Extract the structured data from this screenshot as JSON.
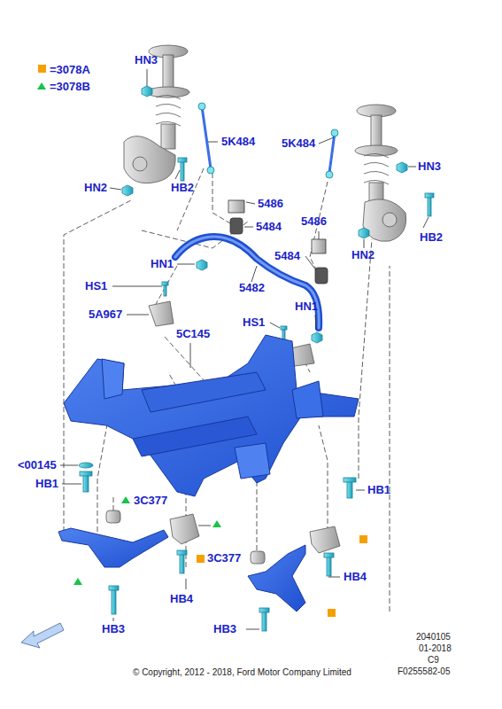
{
  "diagram": {
    "labels": [
      "HN3",
      "5K484",
      "HN2",
      "HB2",
      "5K484",
      "HN3",
      "5486",
      "5484",
      "5486",
      "HN1",
      "5484",
      "5482",
      "HB2",
      "HN2",
      "HS1",
      "5A967",
      "HN1",
      "HS1",
      "5C145",
      "<00145",
      "HB1",
      "HB1",
      "3C377",
      "HB4",
      "3C377",
      "HB4",
      "HB3",
      "HB3",
      "2040105",
      "01-2018",
      "C9",
      "F0255582-05",
      "© Copyright, 2012 - 2018, Ford Motor Company Limited"
    ],
    "legend": [
      {
        "text": "=3078A",
        "color": "#f5a000"
      },
      {
        "text": "=3078B"
      }
    ]
  }
}
